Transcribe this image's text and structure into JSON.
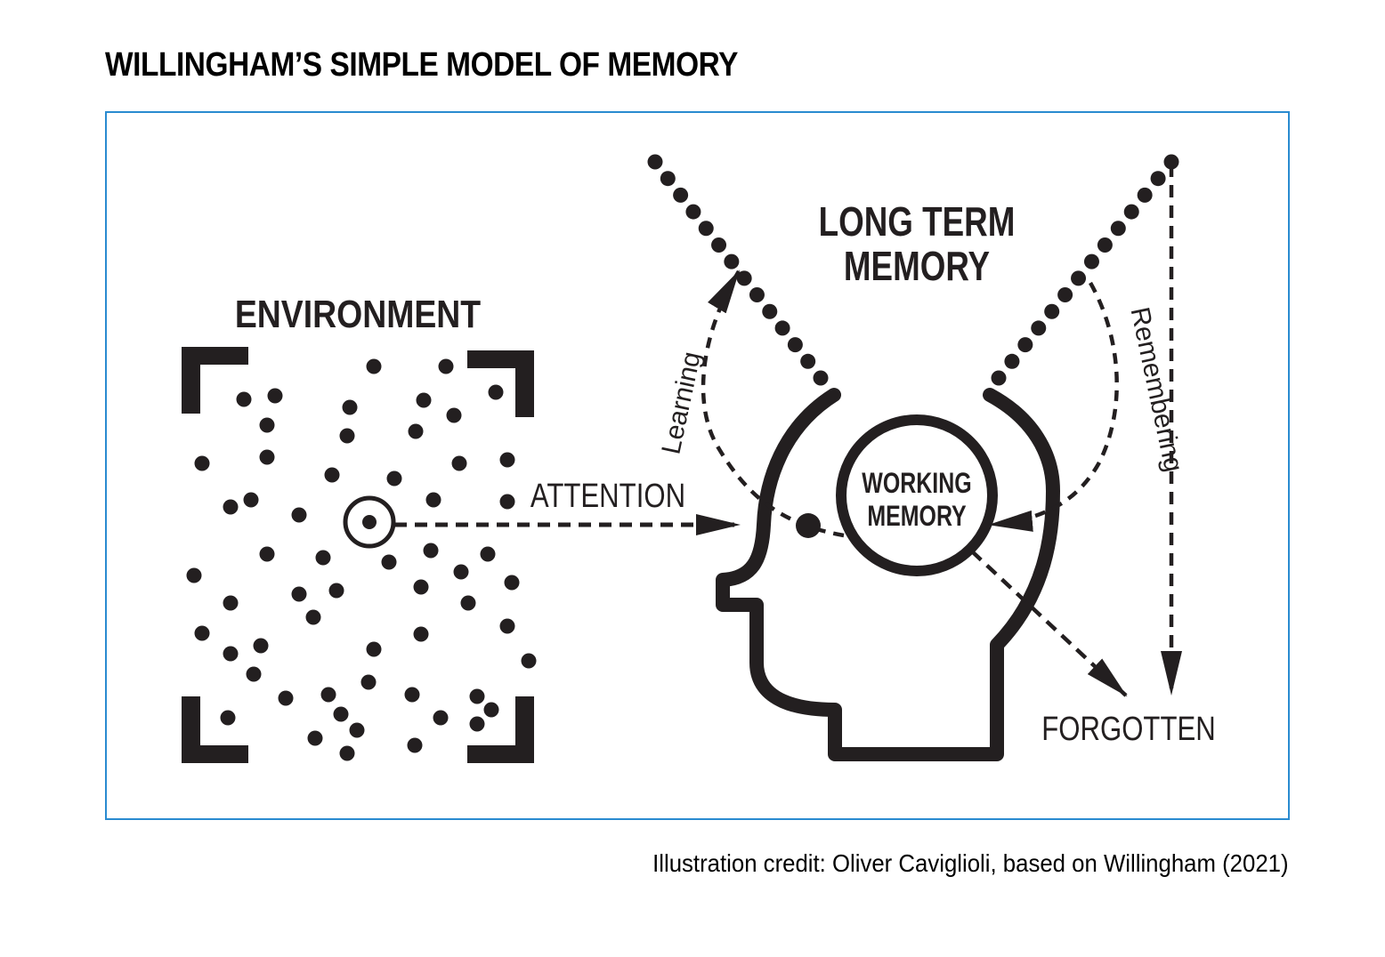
{
  "title": "WILLINGHAM’S SIMPLE MODEL OF MEMORY",
  "labels": {
    "environment": "ENVIRONMENT",
    "long_term_line1": "LONG TERM",
    "long_term_line2": "MEMORY",
    "working_line1": "WORKING",
    "working_line2": "MEMORY",
    "attention": "ATTENTION",
    "learning": "Learning",
    "remembering": "Remembering",
    "forgotten": "FORGOTTEN"
  },
  "credit": "Illustration credit: Oliver Caviglioli, based on Willingham (2021)",
  "colors": {
    "ink": "#231f20",
    "frame": "#2a8bd0"
  }
}
